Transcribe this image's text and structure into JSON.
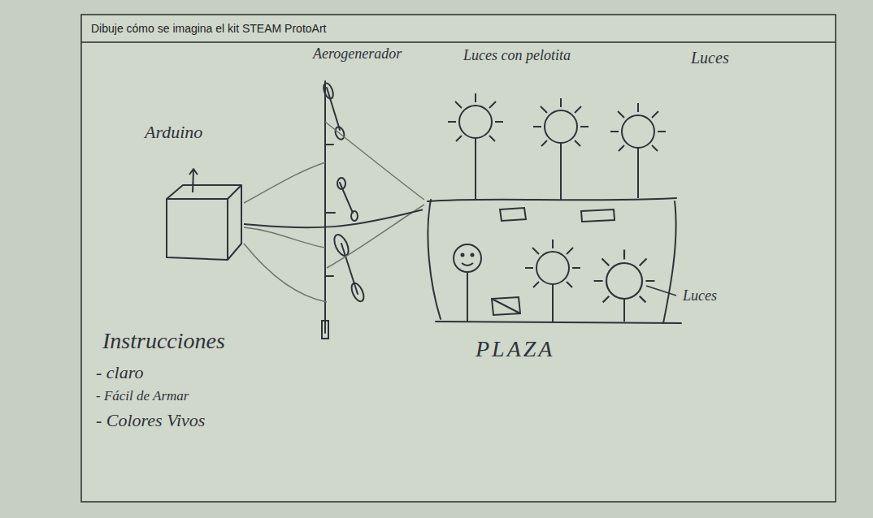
{
  "diagram": {
    "title": "Dibuje cómo se imagina el kit STEAM ProtoArt",
    "nodes": [
      {
        "text": [
          "Arduino"
        ]
      },
      {
        "text": [
          "PLAZA"
        ]
      }
    ],
    "edges": [
      {
        "from": 0,
        "to": 1,
        "arrow": "none"
      }
    ],
    "labels": [
      "Aerogenerador",
      "Luces con pelotita",
      "Luces",
      "Luces",
      "Instrucciones",
      "- claro",
      "- Fácil de Armar",
      "- Colores Vivos"
    ]
  }
}
